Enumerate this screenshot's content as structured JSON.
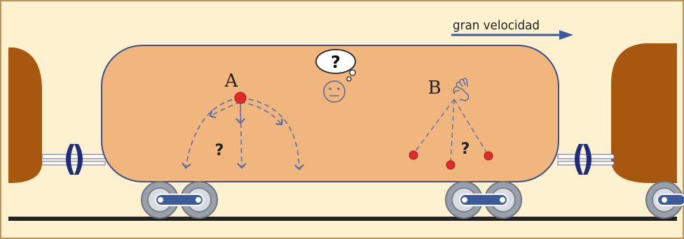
{
  "direction": {
    "label": "gran velocidad"
  },
  "observer_a": {
    "label": "A",
    "question": "?"
  },
  "observer_b": {
    "label": "B",
    "question": "?"
  },
  "thought_bubble": {
    "text": "?"
  },
  "colors": {
    "background": "#fdf1cf",
    "frame": "#b8965a",
    "wagon_body": "#f0b67e",
    "wagon_outline": "#3d4f8a",
    "neighbor_wagon": "#a8570f",
    "rail": "#222222",
    "arrow": "#3d5a9a",
    "ball": "#e02b2b",
    "trajectory": "#5a6ea8",
    "coupler": "#1e2d7a"
  }
}
